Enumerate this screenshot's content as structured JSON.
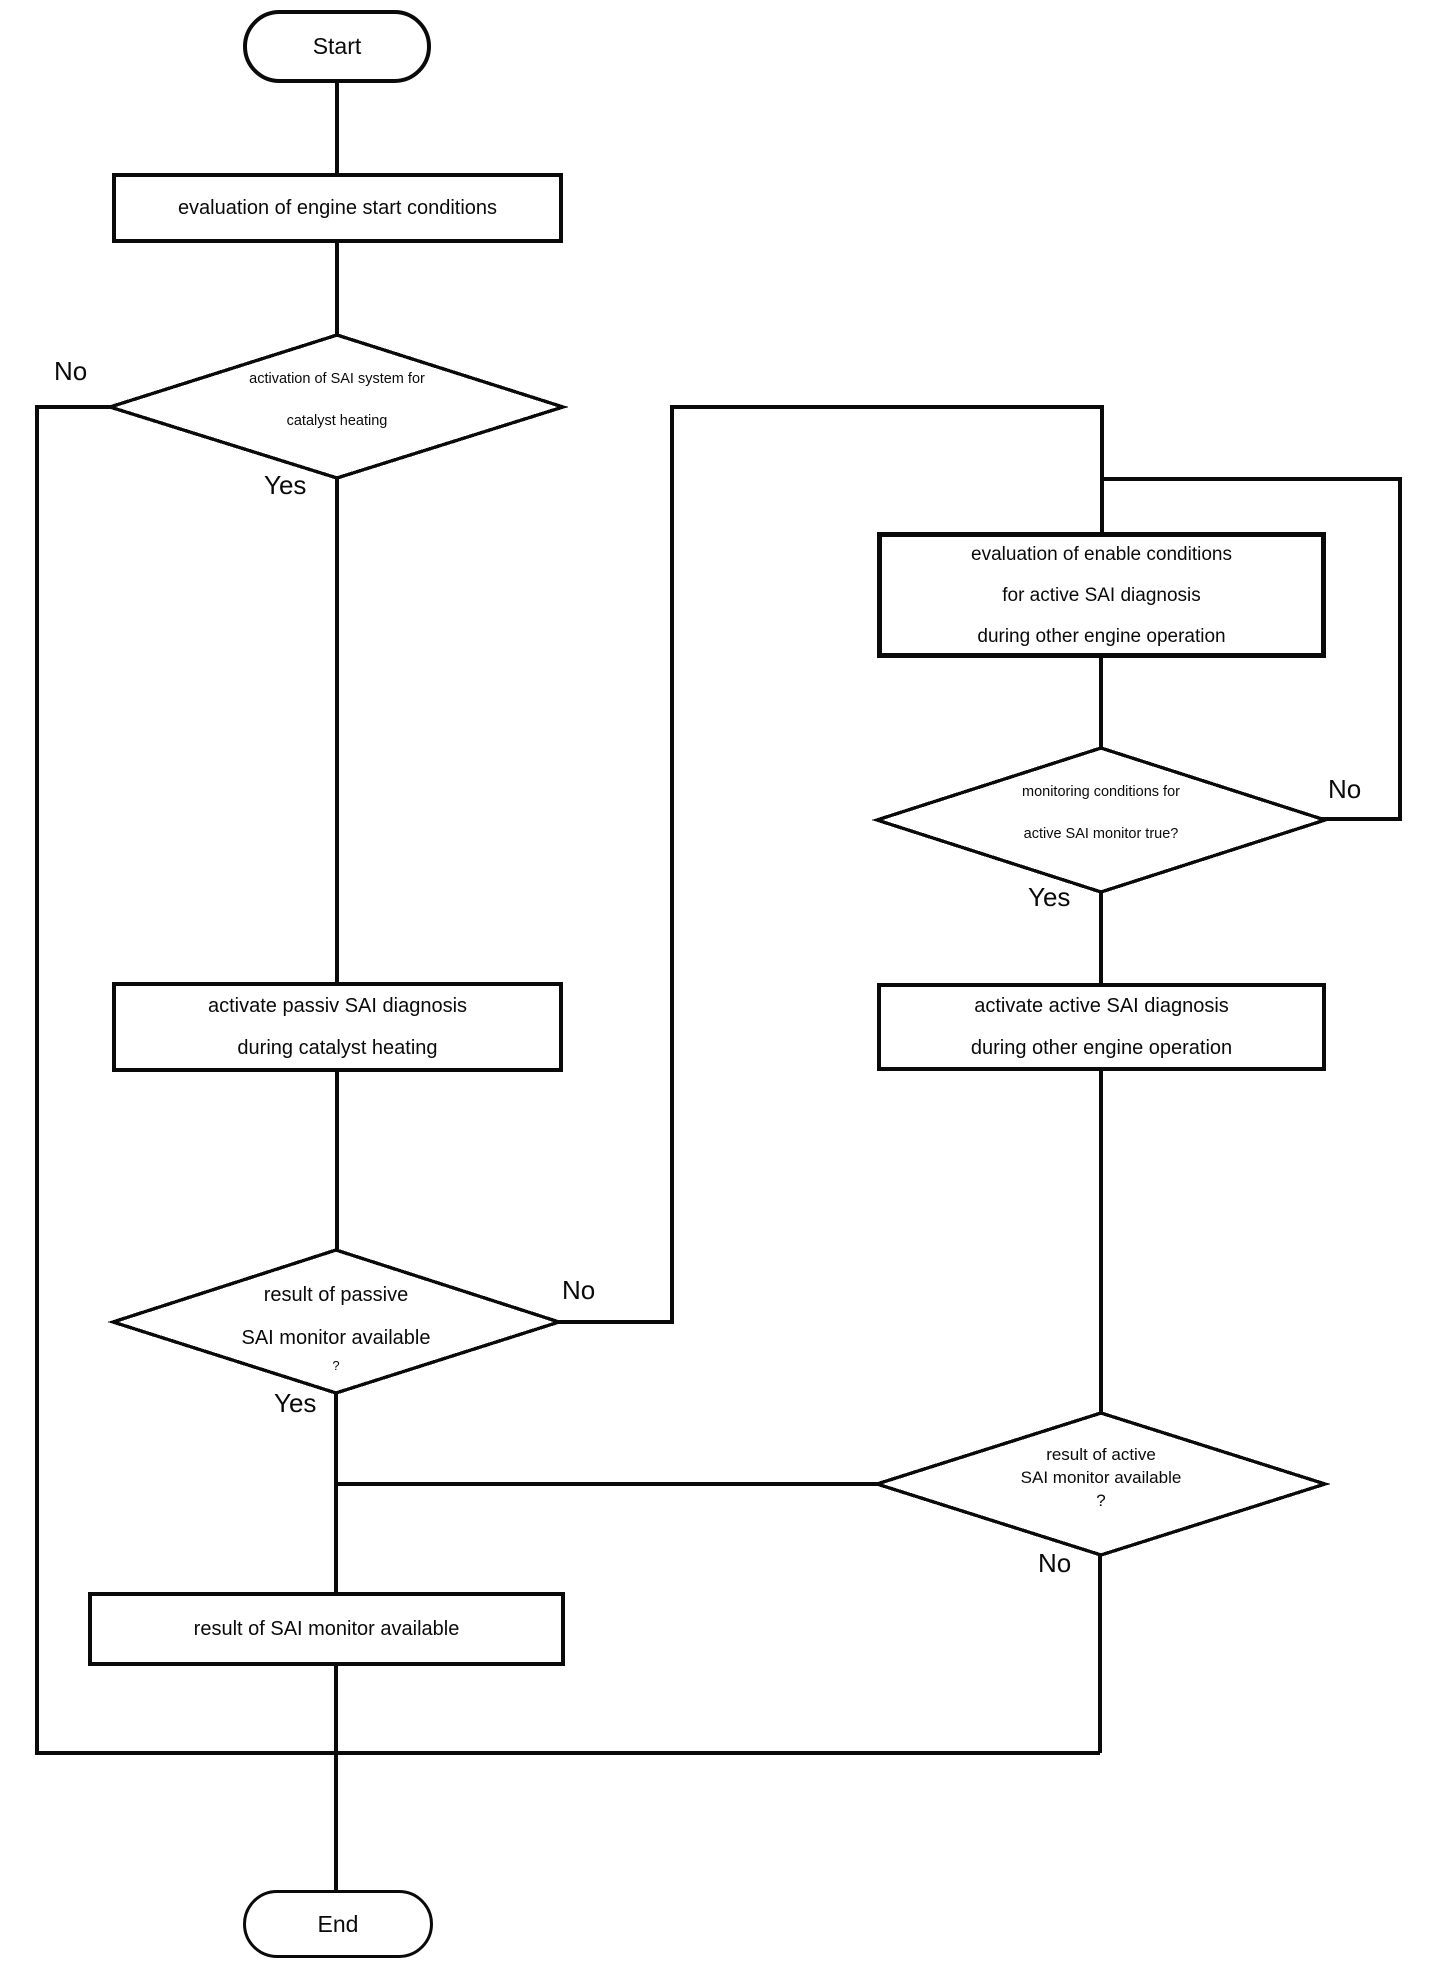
{
  "nodes": {
    "start": {
      "label": "Start"
    },
    "end": {
      "label": "End"
    },
    "eval_engine_start": {
      "line1": "evaluation of engine start conditions"
    },
    "decision_sai_activation": {
      "line1": "activation of SAI system for",
      "line2": "catalyst heating"
    },
    "eval_enable_conditions": {
      "line1": "evaluation of enable conditions",
      "line2": "for active SAI diagnosis",
      "line3": "during other engine operation"
    },
    "decision_monitoring_conditions": {
      "line1": "monitoring conditions for",
      "line2": "active SAI monitor true?"
    },
    "activate_passive": {
      "line1": "activate passiv SAI diagnosis",
      "line2": "during catalyst heating"
    },
    "activate_active": {
      "line1": "activate active SAI diagnosis",
      "line2": "during other engine operation"
    },
    "decision_result_passive": {
      "line1": "result of passive",
      "line2": "SAI monitor available",
      "line3": "?"
    },
    "decision_result_active": {
      "line1": "result of active",
      "line2": "SAI monitor available",
      "line3": "?"
    },
    "result_available": {
      "line1": "result of SAI monitor available"
    }
  },
  "edge_labels": {
    "sai_activation_no": "No",
    "sai_activation_yes": "Yes",
    "monitoring_no": "No",
    "monitoring_yes": "Yes",
    "result_passive_no": "No",
    "result_passive_yes": "Yes",
    "result_active_no": "No"
  },
  "edges": [
    {
      "from": "start",
      "to": "eval_engine_start",
      "label": ""
    },
    {
      "from": "eval_engine_start",
      "to": "decision_sai_activation",
      "label": ""
    },
    {
      "from": "decision_sai_activation",
      "to": "end",
      "label": "No"
    },
    {
      "from": "decision_sai_activation",
      "to": "activate_passive",
      "label": "Yes"
    },
    {
      "from": "activate_passive",
      "to": "decision_result_passive",
      "label": ""
    },
    {
      "from": "decision_result_passive",
      "to": "eval_enable_conditions",
      "label": "No"
    },
    {
      "from": "decision_result_passive",
      "to": "result_available",
      "label": "Yes"
    },
    {
      "from": "eval_enable_conditions",
      "to": "decision_monitoring_conditions",
      "label": ""
    },
    {
      "from": "decision_monitoring_conditions",
      "to": "eval_enable_conditions",
      "label": "No"
    },
    {
      "from": "decision_monitoring_conditions",
      "to": "activate_active",
      "label": "Yes"
    },
    {
      "from": "activate_active",
      "to": "decision_result_active",
      "label": ""
    },
    {
      "from": "decision_result_active",
      "to": "result_available",
      "label": ""
    },
    {
      "from": "decision_result_active",
      "to": "end",
      "label": "No"
    },
    {
      "from": "result_available",
      "to": "end",
      "label": ""
    }
  ],
  "colors": {
    "line": "#0a0a0a",
    "background": "#ffffff"
  }
}
